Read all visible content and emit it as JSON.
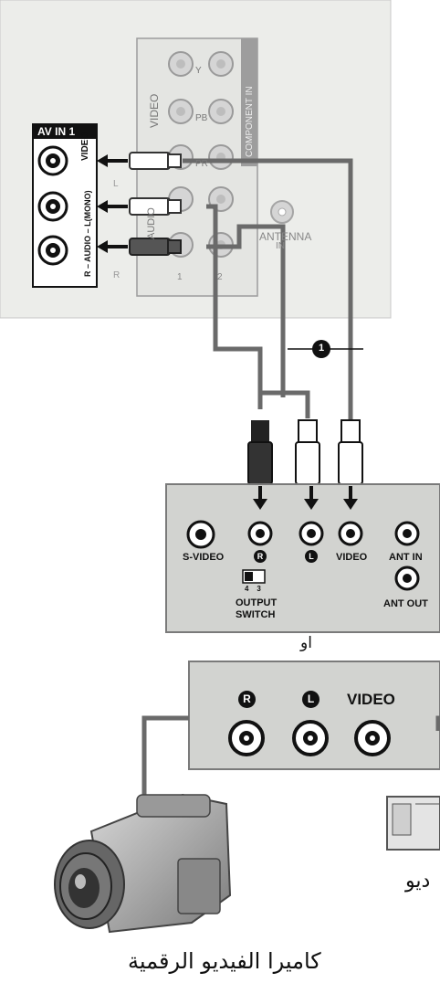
{
  "tv_panel": {
    "av_in_label": "AV IN 1",
    "video_label": "VIDEO",
    "audio_label": "R – AUDIO – L(MONO)",
    "component_label": "COMPONENT IN",
    "component_video_label": "VIDEO",
    "y_label": "Y",
    "pb_label": "PB",
    "pr_label": "PR",
    "audio_side_label": "AUDIO",
    "l_label": "L",
    "r_label": "R",
    "num_1": "1",
    "num_2": "2",
    "antenna_label": "ANTENNA",
    "antenna_in": "IN"
  },
  "cable": {
    "step_number": "1"
  },
  "vcr_panel": {
    "svideo": "S-VIDEO",
    "r_badge": "R",
    "l_badge": "L",
    "video": "VIDEO",
    "ant_in": "ANT IN",
    "ant_out": "ANT OUT",
    "switch_nums": "4    3",
    "output_switch": "OUTPUT",
    "switch_word": "SWITCH"
  },
  "or_text": "او",
  "camcorder_panel": {
    "r_badge": "R",
    "l_badge": "L",
    "video": "VIDEO"
  },
  "labels": {
    "camcorder": "كاميرا الفيديو الرقمية",
    "vcr_partial": "ديو"
  },
  "colors": {
    "tv_back": "#ecedea",
    "panel_gray": "#d2d3d0",
    "cable_gray": "#6d6d6d",
    "dark": "#1a1a1a"
  }
}
